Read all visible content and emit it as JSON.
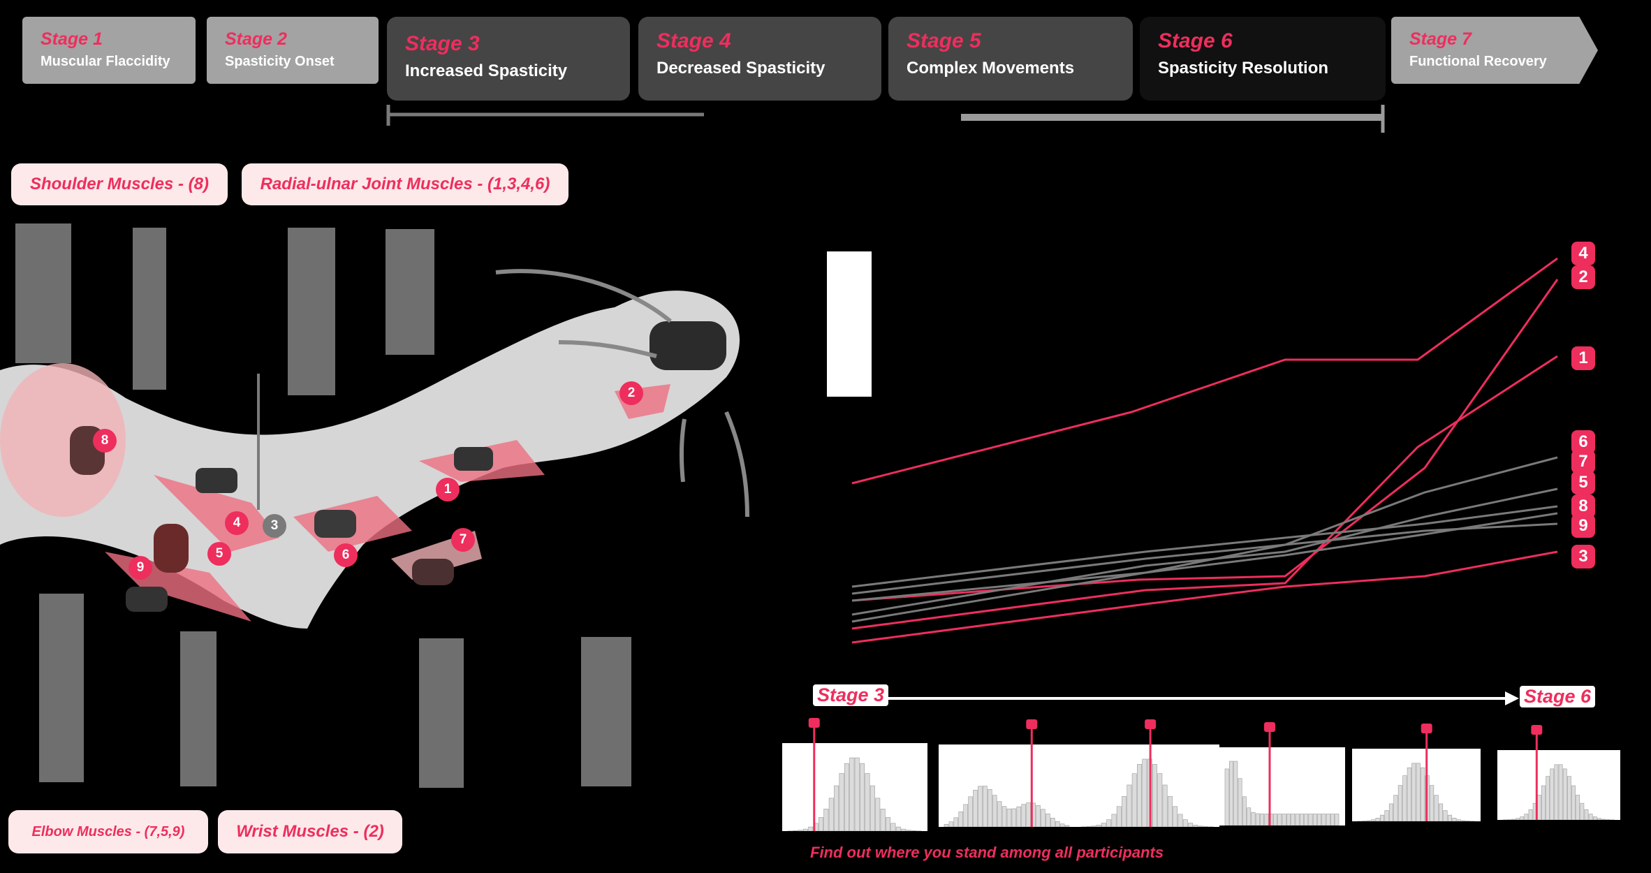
{
  "stages": [
    {
      "num": "Stage 1",
      "name": "Muscular Flaccidity"
    },
    {
      "num": "Stage 2",
      "name": "Spasticity Onset"
    },
    {
      "num": "Stage 3",
      "name": "Increased Spasticity"
    },
    {
      "num": "Stage 4",
      "name": "Decreased Spasticity"
    },
    {
      "num": "Stage 5",
      "name": "Complex Movements"
    },
    {
      "num": "Stage 6",
      "name": "Spasticity Resolution"
    },
    {
      "num": "Stage 7",
      "name": "Functional Recovery"
    }
  ],
  "muscle_groups": {
    "shoulder": "Shoulder Muscles - (8)",
    "radial_ulnar": "Radial-ulnar Joint Muscles - (1,3,4,6)",
    "elbow": "Elbow Muscles - (7,5,9)",
    "wrist": "Wrist Muscles - (2)"
  },
  "sensors": [
    "8",
    "4",
    "3",
    "5",
    "6",
    "9",
    "1",
    "7",
    "2"
  ],
  "trajectory_chart": {
    "end_labels": [
      "4",
      "2",
      "1",
      "6",
      "7",
      "5",
      "8",
      "9",
      "3"
    ]
  },
  "timeline": {
    "start_label": "Stage 3",
    "end_label": "Stage 6"
  },
  "footer_text": "Find out where you stand among all participants",
  "colors": {
    "accent": "#ee2e5d",
    "pill_bg": "#fde9ea",
    "stage_light": "#a3a3a3",
    "stage_mid": "#454545",
    "stage_dark": "#111111"
  }
}
